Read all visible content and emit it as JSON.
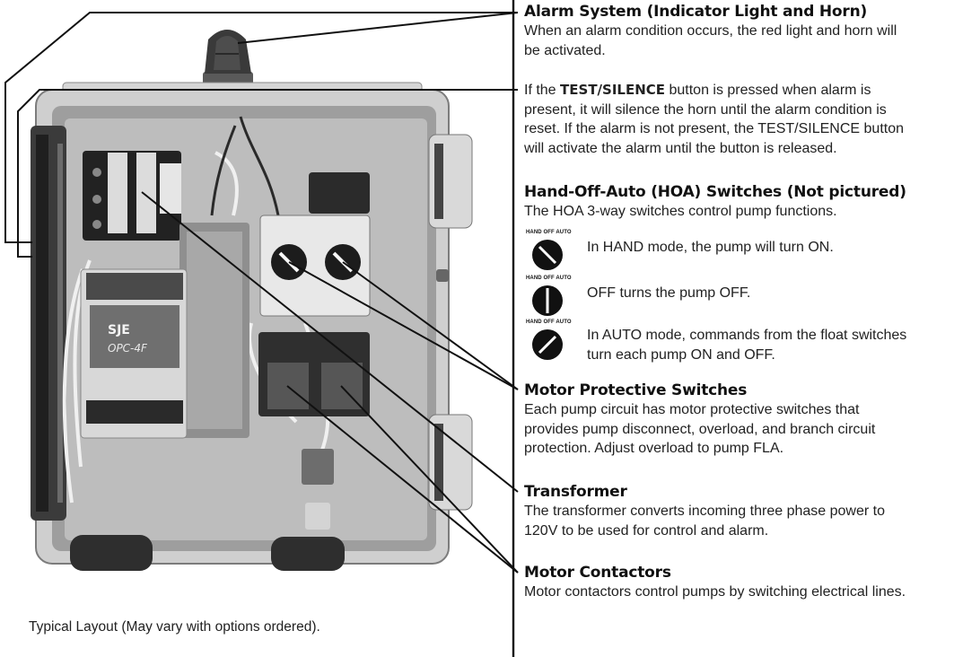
{
  "caption": "Typical Layout (May vary with options ordered).",
  "sections": {
    "alarm": {
      "heading": "Alarm System (Indicator Light and Horn)",
      "lines": [
        "When an alarm condition occurs, the red light and horn will",
        "be activated."
      ]
    },
    "test_silence": {
      "prefix": "If the ",
      "bold": "TEST/SILENCE",
      "rest_first": " button is pressed when alarm is",
      "lines": [
        "present, it will silence the horn until the alarm condition is",
        "reset. If the alarm is not present, the TEST/SILENCE button",
        "will activate the alarm until the button is released."
      ]
    },
    "hoa": {
      "heading": "Hand-Off-Auto (HOA) Switches (Not pictured)",
      "lines": [
        "The HOA 3-way switches control pump functions."
      ],
      "knob_label": "HAND OFF AUTO",
      "modes": [
        {
          "position": "HAND",
          "lines": [
            "In HAND mode, the pump will turn ON."
          ]
        },
        {
          "position": "OFF",
          "lines": [
            "OFF turns the pump OFF."
          ]
        },
        {
          "position": "AUTO",
          "lines": [
            "In AUTO mode, commands from the float switches",
            "turn each pump ON and OFF."
          ]
        }
      ]
    },
    "motor_protective": {
      "heading": "Motor Protective Switches",
      "lines": [
        "Each pump circuit has motor protective switches that",
        "provides pump disconnect, overload, and branch circuit",
        "protection. Adjust overload to pump FLA."
      ]
    },
    "transformer": {
      "heading": "Transformer",
      "lines": [
        "The transformer converts incoming three phase power to",
        "120V to be used for control and alarm."
      ]
    },
    "motor_contactors": {
      "heading": "Motor Contactors",
      "lines": [
        "Motor contactors control pumps by switching electrical lines."
      ]
    }
  },
  "photo_labels": {
    "brand": "SJE",
    "model": "OPC-4F"
  },
  "colors": {
    "ink": "#111111",
    "text": "#222222",
    "enclosure": "#c8c8c8",
    "backplate": "#b5b5b5",
    "dark_part": "#2b2b2b"
  }
}
